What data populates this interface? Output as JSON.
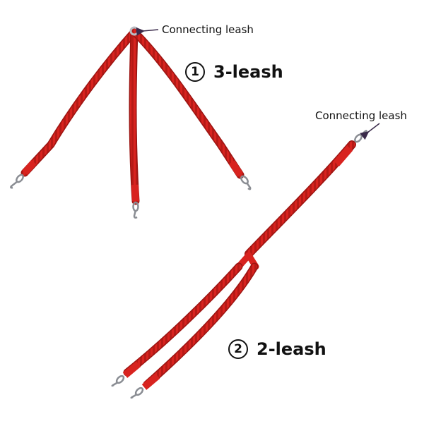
{
  "product": {
    "leash_color": "#d8231f",
    "leash_shadow": "#9c1411",
    "hardware_color": "#b9bcc2"
  },
  "labels": {
    "three": {
      "marker": "1",
      "name": "3-leash",
      "connector": "Connecting leash"
    },
    "two": {
      "marker": "2",
      "name": "2-leash",
      "connector": "Connecting leash"
    }
  }
}
